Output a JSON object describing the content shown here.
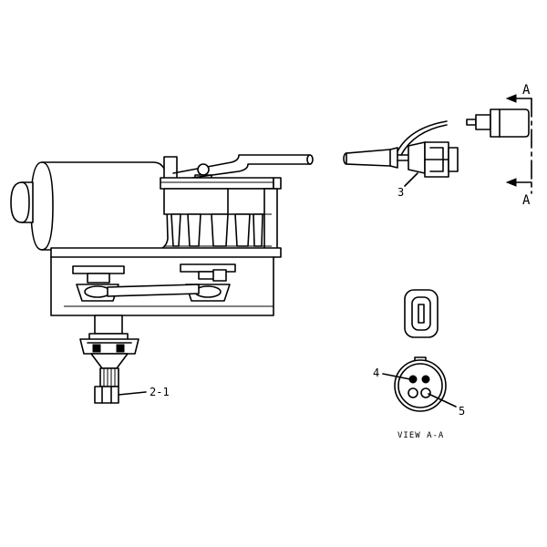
{
  "callouts": {
    "item_2_1": "2-1",
    "item_3": "3",
    "item_4": "4",
    "item_5": "5"
  },
  "section": {
    "letter_top": "A",
    "letter_bottom": "A",
    "view_caption": "VIEW A-A"
  },
  "colors": {
    "line": "#000000",
    "background": "#ffffff"
  }
}
